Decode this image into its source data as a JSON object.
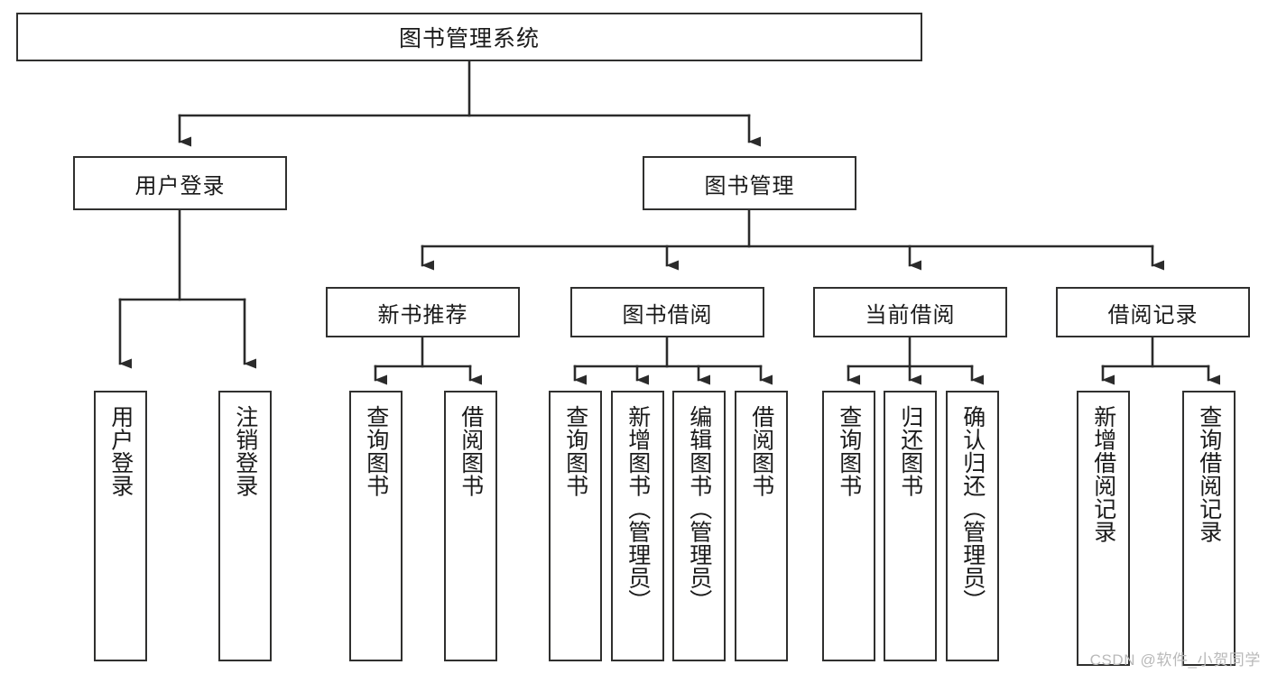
{
  "diagram": {
    "type": "tree",
    "title": "图书管理系统",
    "watermark": "CSDN @软件_小贺同学",
    "colors": {
      "border": "#30302f",
      "fill": "#ffffff",
      "text": "#1a1a1a",
      "connector": "#2b2b2b",
      "watermark": "#b9b9b9"
    },
    "nodes": {
      "root": {
        "label": "图书管理系统"
      },
      "level2": [
        {
          "label": "用户登录"
        },
        {
          "label": "图书管理"
        }
      ],
      "level3": [
        {
          "label": "新书推荐"
        },
        {
          "label": "图书借阅"
        },
        {
          "label": "当前借阅"
        },
        {
          "label": "借阅记录"
        }
      ],
      "leaves": [
        {
          "label": "用户登录",
          "parent": "用户登录"
        },
        {
          "label": "注销登录",
          "parent": "用户登录"
        },
        {
          "label": "查询图书",
          "parent": "新书推荐"
        },
        {
          "label": "借阅图书",
          "parent": "新书推荐"
        },
        {
          "label": "查询图书",
          "parent": "图书借阅"
        },
        {
          "label": "新增图书（管理员）",
          "parent": "图书借阅"
        },
        {
          "label": "编辑图书（管理员）",
          "parent": "图书借阅"
        },
        {
          "label": "借阅图书",
          "parent": "图书借阅"
        },
        {
          "label": "查询图书",
          "parent": "当前借阅"
        },
        {
          "label": "归还图书",
          "parent": "当前借阅"
        },
        {
          "label": "确认归还（管理员）",
          "parent": "当前借阅"
        },
        {
          "label": "新增借阅记录",
          "parent": "借阅记录"
        },
        {
          "label": "查询借阅记录",
          "parent": "借阅记录"
        }
      ]
    }
  }
}
